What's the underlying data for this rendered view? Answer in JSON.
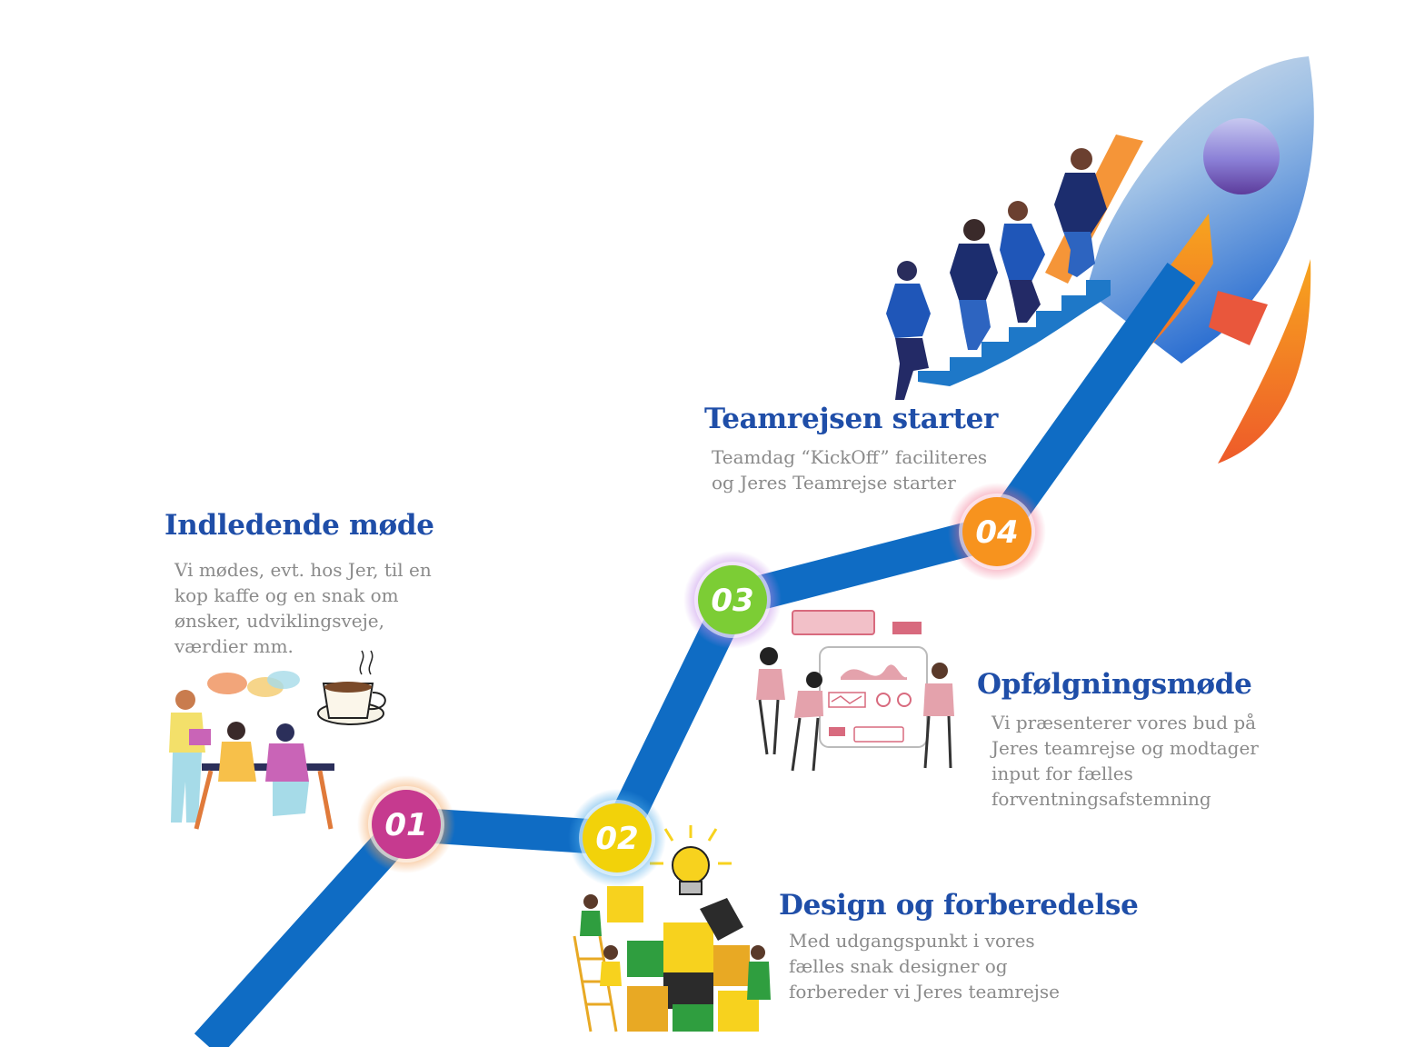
{
  "path_color": "#0f6cc4",
  "steps": [
    {
      "number": "01",
      "color": "#c63a8f",
      "glow": "#f3a25a",
      "title": "Indledende møde",
      "desc": [
        "Vi mødes, evt. hos Jer, til en",
        "kop kaffe og en snak om",
        "ønsker, udviklingsveje,",
        "værdier mm."
      ],
      "illustration": "meeting-with-coffee-illustration"
    },
    {
      "number": "02",
      "color": "#f2d20a",
      "glow": "#4aa8e8",
      "title": "Design og forberedelse",
      "desc": [
        "Med udgangspunkt i vores",
        "fælles snak designer og",
        "forbereder vi Jeres teamrejse"
      ],
      "illustration": "puzzle-lightbulb-illustration"
    },
    {
      "number": "03",
      "color": "#7ccd35",
      "glow": "#c08ae8",
      "title": "Opfølgningsmøde",
      "desc": [
        "Vi præsenterer vores bud på",
        "Jeres teamrejse og modtager",
        "input for fælles",
        "forventningsafstemning"
      ],
      "illustration": "dashboard-team-illustration"
    },
    {
      "number": "04",
      "color": "#f7931e",
      "glow": "#f06a8a",
      "title": "Teamrejsen starter",
      "desc": [
        "Teamdag “KickOff” faciliteres",
        "og Jeres Teamrejse starter"
      ],
      "illustration": "team-climbing-stairs-rocket-illustration"
    }
  ]
}
